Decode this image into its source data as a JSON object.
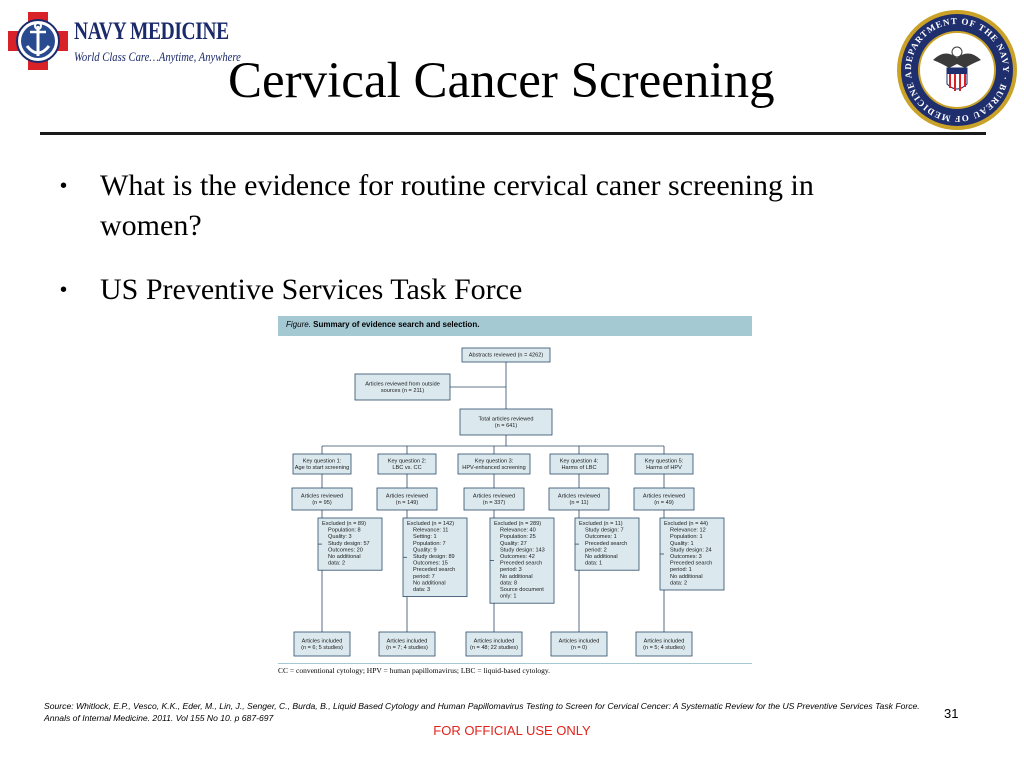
{
  "header": {
    "logo_line1": "NAVY MEDICINE",
    "logo_line2": "World Class Care…Anytime, Anywhere",
    "seal_text": "DEPARTMENT OF THE NAVY · BUREAU OF MEDICINE AND SURGERY",
    "title": "Cervical Cancer Screening"
  },
  "bullets": [
    {
      "marker": "•",
      "text": "What is the evidence for routine cervical caner screening in women?"
    },
    {
      "marker": "•",
      "text": "US Preventive Services Task Force"
    }
  ],
  "figure": {
    "label": "Figure.",
    "title": "Summary of evidence search and selection.",
    "abstracts": [
      "Abstracts reviewed (n = 4262)"
    ],
    "outside": [
      "Articles reviewed from outside",
      "sources (n = 211)"
    ],
    "total": [
      "Total articles reviewed",
      "(n = 641)"
    ],
    "columns": [
      {
        "question": [
          "Key question 1:",
          "Age to start screening"
        ],
        "reviewed": [
          "Articles reviewed",
          "(n = 95)"
        ],
        "excluded": [
          "Excluded (n = 89)",
          "Population: 8",
          "Quality: 3",
          "Study design: 57",
          "Outcomes: 20",
          "No additional",
          "data: 2"
        ],
        "included": [
          "Articles included",
          "(n = 6; 5 studies)"
        ]
      },
      {
        "question": [
          "Key question 2:",
          "LBC vs. CC"
        ],
        "reviewed": [
          "Articles reviewed",
          "(n = 149)"
        ],
        "excluded": [
          "Excluded (n = 142)",
          "Relevance: 11",
          "Setting: 1",
          "Population: 7",
          "Quality: 9",
          "Study design: 89",
          "Outcomes: 15",
          "Preceded search",
          "period: 7",
          "No additional",
          "data: 3"
        ],
        "included": [
          "Articles included",
          "(n = 7; 4 studies)"
        ]
      },
      {
        "question": [
          "Key question 3:",
          "HPV-enhanced screening"
        ],
        "reviewed": [
          "Articles reviewed",
          "(n = 337)"
        ],
        "excluded": [
          "Excluded (n = 289)",
          "Relevance: 40",
          "Population: 25",
          "Quality: 27",
          "Study design: 143",
          "Outcomes: 42",
          "Preceded search",
          "period: 3",
          "No additional",
          "data: 8",
          "Source document",
          "only: 1"
        ],
        "included": [
          "Articles included",
          "(n = 48; 22 studies)"
        ]
      },
      {
        "question": [
          "Key question 4:",
          "Harms of LBC"
        ],
        "reviewed": [
          "Articles reviewed",
          "(n = 11)"
        ],
        "excluded": [
          "Excluded (n = 11)",
          "Study design: 7",
          "Outcomes: 1",
          "Preceded search",
          "period: 2",
          "No additional",
          "data: 1"
        ],
        "included": [
          "Articles included",
          "(n = 0)"
        ]
      },
      {
        "question": [
          "Key question 5:",
          "Harms of HPV"
        ],
        "reviewed": [
          "Articles reviewed",
          "(n = 49)"
        ],
        "excluded": [
          "Excluded (n = 44)",
          "Relevance: 12",
          "Population: 1",
          "Quality: 1",
          "Study design: 24",
          "Outcomes: 3",
          "Preceded search",
          "period: 1",
          "No additional",
          "data: 2"
        ],
        "included": [
          "Articles included",
          "(n = 5; 4 studies)"
        ]
      }
    ],
    "caption": "CC = conventional cytology; HPV = human papillomavirus; LBC = liquid-based cytology."
  },
  "footer": {
    "source": "Source: Whitlock, E.P., Vesco, K.K., Eder, M., Lin, J., Senger, C., Burda, B., Liquid Based Cytology and Human Papillomavirus Testing to Screen for Cervical Cencer: A Systematic Review for the US Preventive Services Task Force. Annals of Internal Medicine. 2011. Vol 155 No 10. p 687-697",
    "page_number": "31",
    "classification": "FOR OFFICIAL USE ONLY"
  },
  "colors": {
    "title_rule": "#1a1a1a",
    "figure_header": "#a5c9d3",
    "box_fill": "#dbe9ef",
    "box_stroke": "#2c4a66",
    "official_red": "#e3231b",
    "logo_navy": "#1b2a6b"
  }
}
